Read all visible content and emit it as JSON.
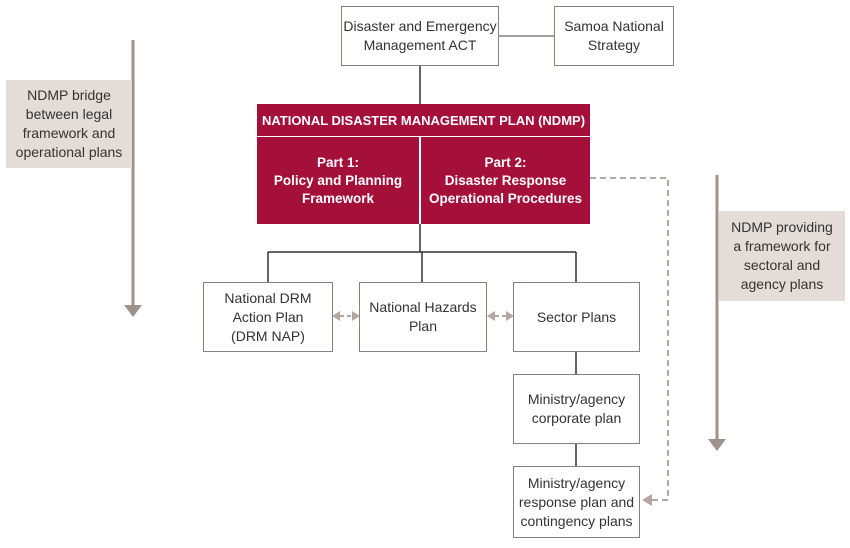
{
  "top": {
    "act": "Disaster and Emergency\nManagement ACT",
    "strategy": "Samoa National\nStrategy"
  },
  "ndmp": {
    "header": "NATIONAL DISASTER MANAGEMENT PLAN (NDMP)",
    "part1": "Part 1:\nPolicy and Planning\nFramework",
    "part2": "Part 2:\nDisaster Response\nOperational Procedures"
  },
  "plans": {
    "drm_nap": "National DRM\nAction Plan\n(DRM NAP)",
    "hazards": "National Hazards\nPlan",
    "sector": "Sector Plans",
    "corporate": "Ministry/agency\ncorporate plan",
    "response": "Ministry/agency\nresponse plan and\ncontingency plans"
  },
  "notes": {
    "left": "NDMP bridge\nbetween legal\nframework and\noperational plans",
    "right": "NDMP providing\na framework for\nsectoral and\nagency plans"
  },
  "colors": {
    "accent": "#a5103a",
    "border": "#8c7f78",
    "note_bg": "#e3dcd7",
    "arrow": "#9e928b"
  }
}
